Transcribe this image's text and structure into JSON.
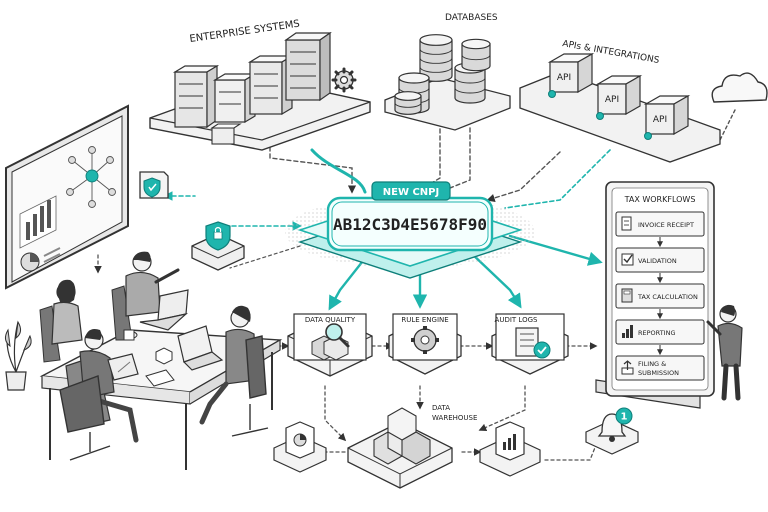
{
  "colors": {
    "accent": "#1fb5ad",
    "accent_light": "#bff0ec",
    "accent_dark": "#0e7f7a",
    "ink": "#2a2a2a",
    "panel": "#f2f2f2",
    "mid": "#d6d6d6",
    "alert": "#2aa198"
  },
  "sections": {
    "enterprise": "ENTERPRISE SYSTEMS",
    "databases": "DATABASES",
    "apis": "APIs & INTEGRATIONS"
  },
  "api_boxes": [
    "API",
    "API",
    "API"
  ],
  "hub": {
    "tag": "NEW CNPJ",
    "code": "AB12C3D4E5678F90"
  },
  "modules": {
    "data_quality": "DATA QUALITY",
    "rule_engine": "RULE ENGINE",
    "audit_logs": "AUDIT LOGS",
    "data_warehouse": [
      "DATA",
      "WAREHOUSE"
    ]
  },
  "workflow": {
    "title": "TAX WORKFLOWS",
    "steps": [
      {
        "label": "INVOICE RECEIPT",
        "icon": "document-icon"
      },
      {
        "label": "VALIDATION",
        "icon": "checkbox-icon"
      },
      {
        "label": "TAX CALCULATION",
        "icon": "calculator-icon"
      },
      {
        "label": "REPORTING",
        "icon": "bar-chart-icon"
      },
      {
        "label": "FILING &",
        "label2": "SUBMISSION",
        "icon": "upload-icon"
      }
    ]
  },
  "notification": {
    "count": "1"
  }
}
